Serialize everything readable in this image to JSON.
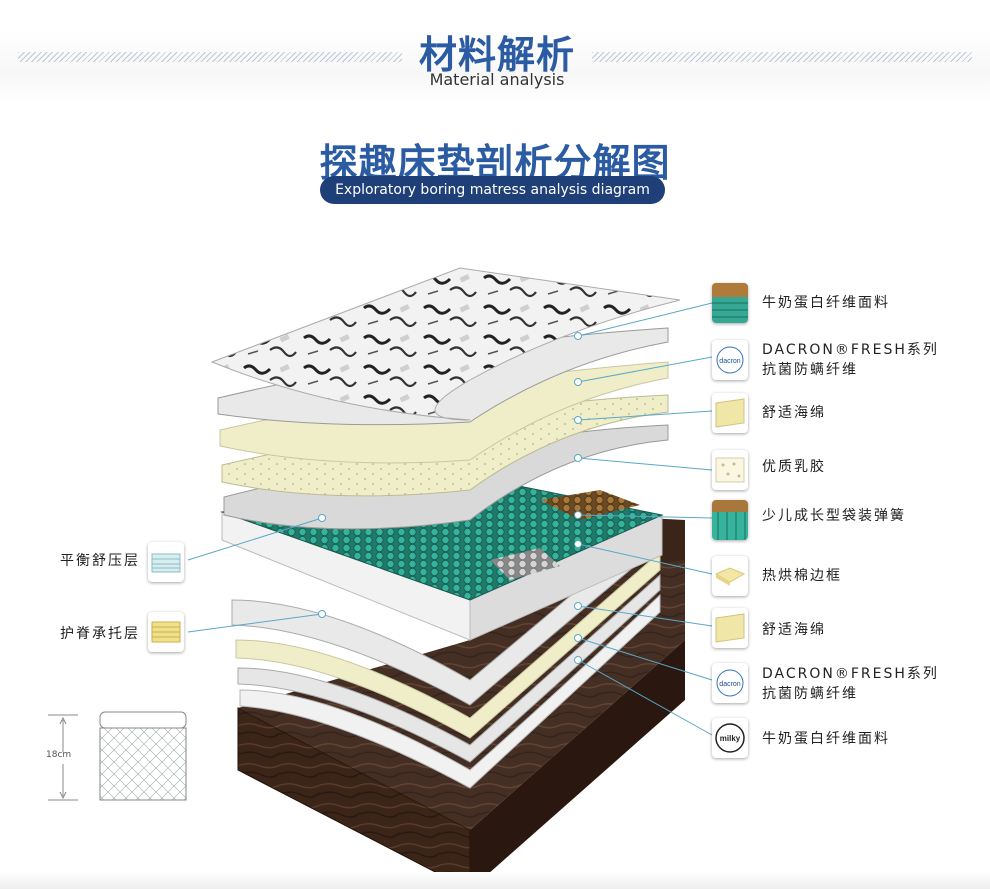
{
  "header": {
    "title_cn": "材料解析",
    "title_en": "Material analysis",
    "subtitle_cn": "探趣床垫剖析分解图",
    "subtitle_en": "Exploratory boring matress analysis diagram"
  },
  "right_labels": [
    {
      "text": "牛奶蛋白纤维面料",
      "icon": "fabric-swatch-icon"
    },
    {
      "text": "DACRON®FRESH系列\n抗菌防螨纤维",
      "icon": "dacron-logo-icon"
    },
    {
      "text": "舒适海绵",
      "icon": "foam-icon"
    },
    {
      "text": "优质乳胶",
      "icon": "latex-icon"
    },
    {
      "text": "少儿成长型袋装弹簧",
      "icon": "pocket-spring-icon"
    },
    {
      "text": "热烘棉边框",
      "icon": "cotton-frame-icon"
    },
    {
      "text": "舒适海绵",
      "icon": "foam-icon"
    },
    {
      "text": "DACRON®FRESH系列\n抗菌防螨纤维",
      "icon": "dacron-logo-icon"
    },
    {
      "text": "牛奶蛋白纤维面料",
      "icon": "milky-logo-icon"
    }
  ],
  "left_labels": [
    {
      "text": "平衡舒压层",
      "icon": "balance-layer-icon"
    },
    {
      "text": "护脊承托层",
      "icon": "spine-support-icon"
    }
  ],
  "logos": {
    "dacron": "dacron",
    "milky": "milky"
  },
  "dimension": {
    "height_label": "18cm"
  },
  "colors": {
    "brand_blue": "#2b5ca3",
    "pill_navy": "#1f3f78",
    "spring_teal": "#2a9a86",
    "wood_brown": "#3b2418"
  }
}
